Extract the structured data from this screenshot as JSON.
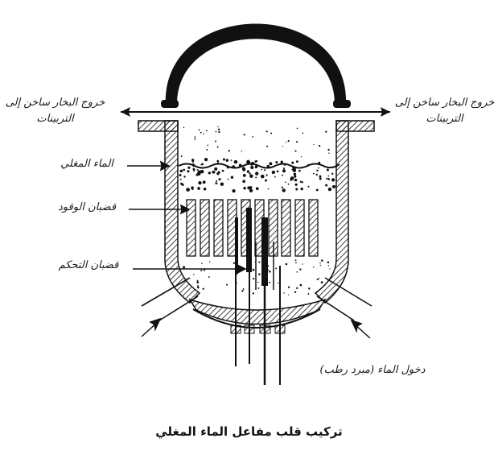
{
  "caption": "تركيب قلب مفاعل الماء المغلي",
  "labels": {
    "steam_out_left": "خروج البخار ساخن إلى التربينات",
    "steam_out_right": "خروج البخار ساخن إلى التربينات",
    "boiling_water": "الماء المغلي",
    "fuel_rods": "قضبان الوقود",
    "control_rods": "قضبان التحكم",
    "water_inlet": "دخول الماء (مبرد رطب)"
  },
  "colors": {
    "ink": "#111111",
    "background": "#ffffff"
  }
}
